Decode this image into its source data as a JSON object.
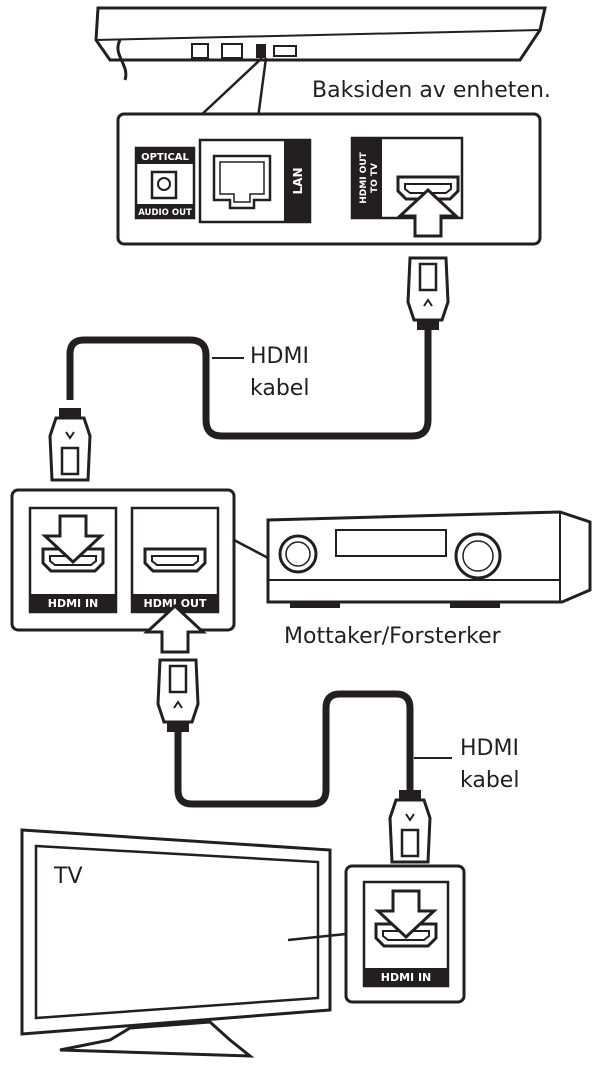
{
  "labels": {
    "device_rear": "Baksiden av enheten.",
    "cable_top": [
      "HDMI",
      "kabel"
    ],
    "receiver": "Mottaker/Forsterker",
    "cable_bottom": [
      "HDMI",
      "kabel"
    ],
    "tv": "TV"
  },
  "ports": {
    "optical_top": "OPTICAL",
    "optical_bottom": "AUDIO OUT",
    "lan": "LAN",
    "hdmi_out_line1": "HDMI OUT",
    "hdmi_out_line2": "TO TV",
    "receiver_in": "HDMI IN",
    "receiver_out": "HDMI OUT",
    "tv_in": "HDMI IN"
  },
  "colors": {
    "ink": "#231f20",
    "panel": "#ffffff",
    "label_fill": "#231f20"
  }
}
